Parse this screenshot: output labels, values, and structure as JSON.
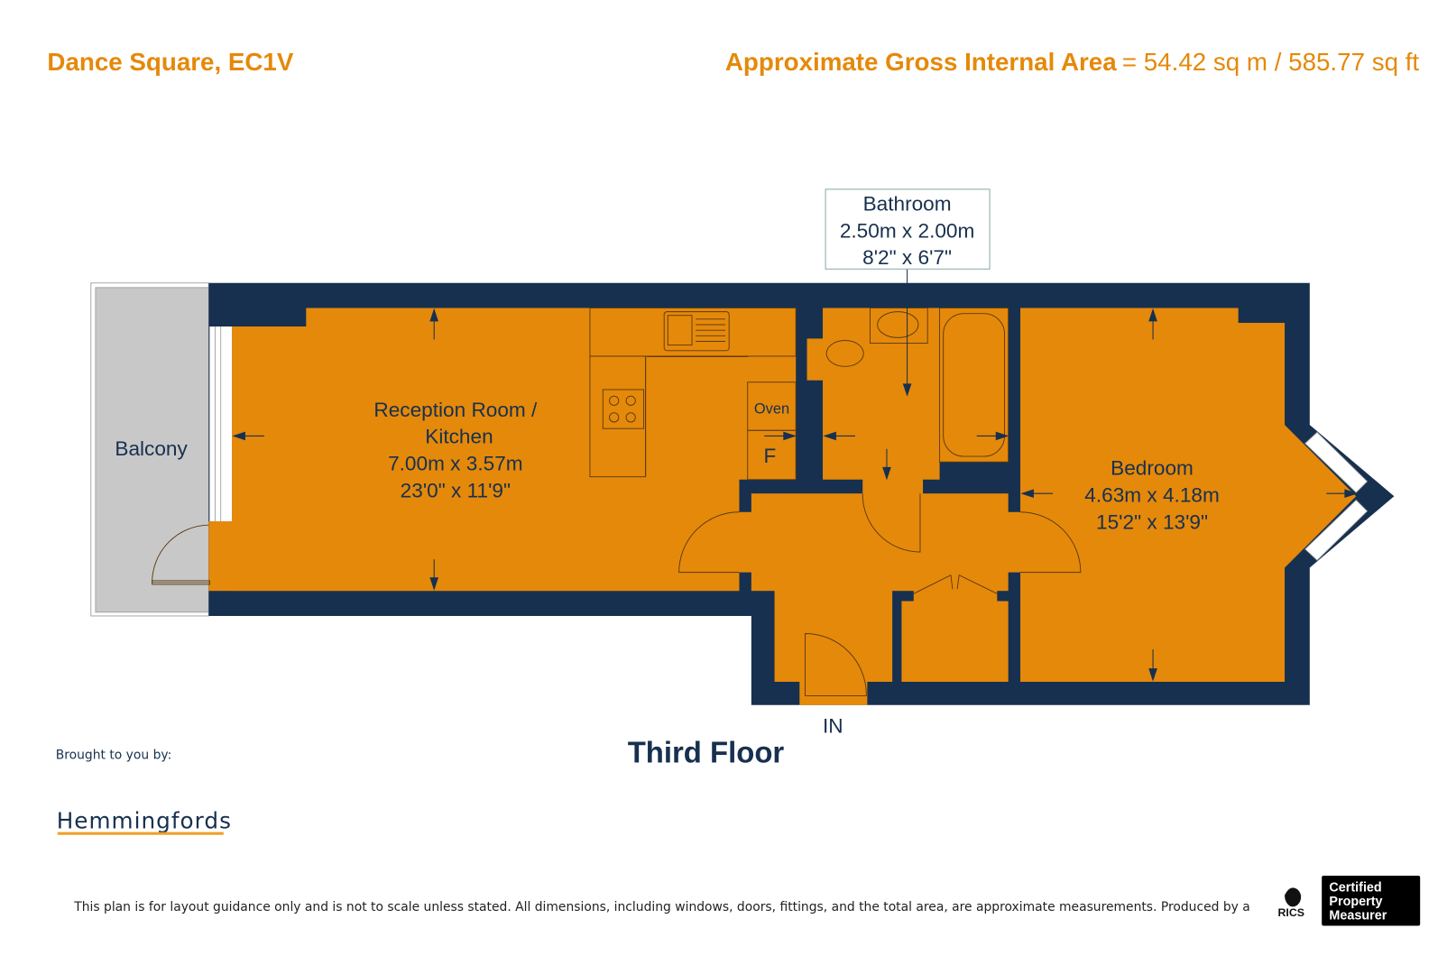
{
  "header": {
    "address": "Dance Square, EC1V",
    "area_label": "Approximate Gross Internal Area",
    "area_value": "= 54.42 sq m / 585.77 sq ft"
  },
  "rooms": {
    "reception": {
      "name_line1": "Reception Room /",
      "name_line2": "Kitchen",
      "metric": "7.00m x 3.57m",
      "imperial": "23'0\" x 11'9\""
    },
    "bathroom": {
      "name": "Bathroom",
      "metric": "2.50m x 2.00m",
      "imperial": "8'2\" x 6'7\""
    },
    "bedroom": {
      "name": "Bedroom",
      "metric": "4.63m x 4.18m",
      "imperial": "15'2\" x 13'9\""
    },
    "balcony": {
      "name": "Balcony"
    },
    "oven": "Oven",
    "fridge": "F",
    "entrance": "IN"
  },
  "floor_name": "Third Floor",
  "branding": {
    "brought_by": "Brought to you by:",
    "agent": "Hemmingfords",
    "rics": "RICS",
    "certified_line1": "Certified",
    "certified_line2": "Property",
    "certified_line3": "Measurer"
  },
  "disclaimer": "This plan is for layout guidance only and is not to scale unless stated. All dimensions, including windows, doors, fittings, and the total area, are approximate measurements. Produced by a",
  "colors": {
    "wall": "#17304f",
    "floor": "#e5890a",
    "balcony": "#c8c8c8",
    "accent": "#e5890a"
  }
}
